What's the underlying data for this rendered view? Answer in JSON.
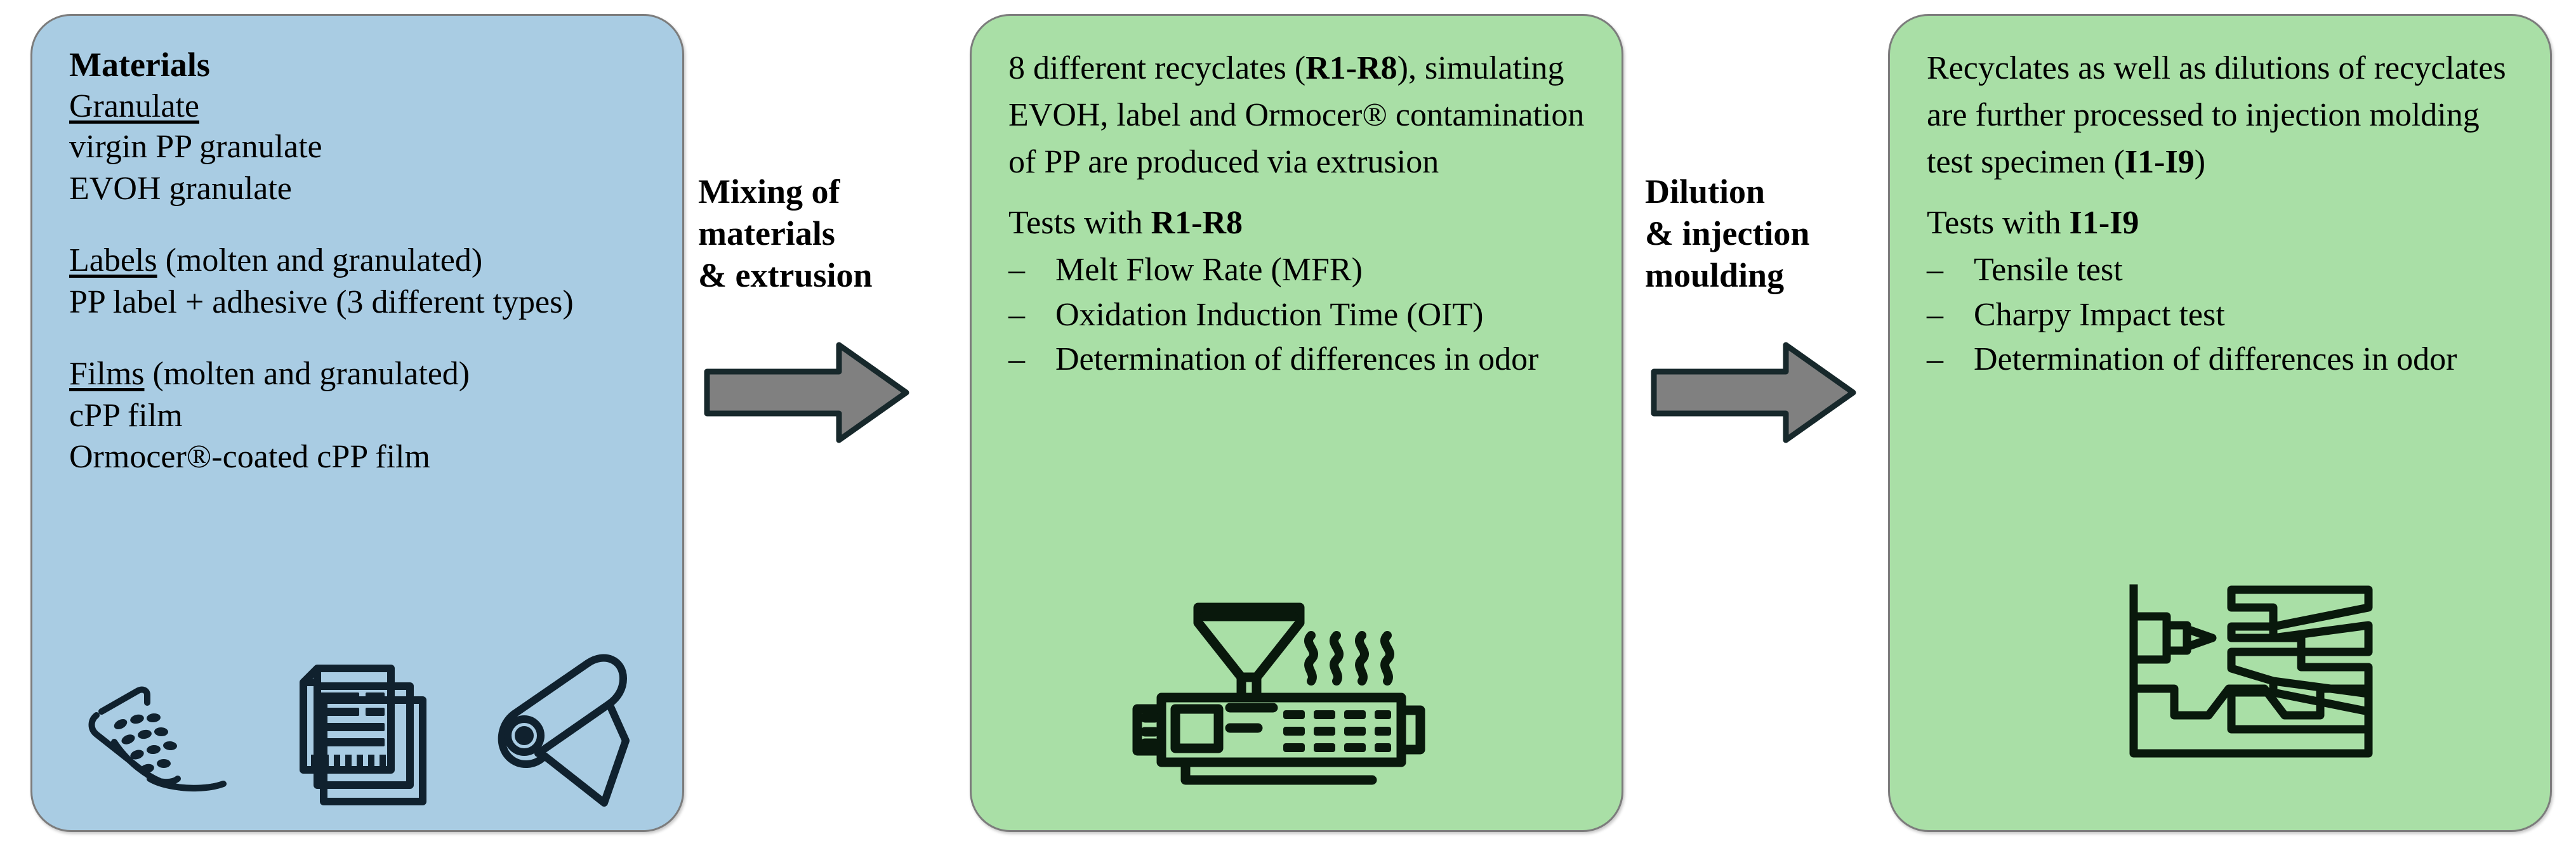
{
  "diagram": {
    "title": "Process flow: materials, extrusion to recyclates, dilution and injection moulding",
    "colors": {
      "materials_panel": "#a9cce3",
      "recyclates_panel": "#a9dfa6",
      "specimen_panel": "#a9dfa6",
      "panel_border": "#7c7c7c",
      "arrow_fill": "#808080",
      "arrow_outline": "#17282b",
      "text": "#000000"
    }
  },
  "panels": {
    "materials": {
      "heading": "Materials",
      "groups": [
        {
          "label": "Granulate",
          "label_suffix": "",
          "items": [
            "virgin PP granulate",
            "EVOH granulate"
          ]
        },
        {
          "label": "Labels",
          "label_suffix": " (molten and granulated)",
          "items": [
            "PP label + adhesive (3 different types)"
          ]
        },
        {
          "label": "Films",
          "label_suffix": " (molten and granulated)",
          "items": [
            "cPP film",
            "Ormocer®-coated cPP film"
          ]
        }
      ],
      "icons": [
        "hand-with-granulate-icon",
        "label-stack-icon",
        "film-roll-icon"
      ]
    },
    "recyclates": {
      "paragraph_parts": [
        "8 different recyclates (",
        "R1-R8",
        "), simulating EVOH, label and Ormocer® contamination of PP are produced via extrusion"
      ],
      "tests_head_prefix": "Tests with ",
      "tests_head_bold": "R1-R8",
      "bullet_marker": "–",
      "bullets": [
        "Melt Flow Rate (MFR)",
        "Oxidation Induction Time (OIT)",
        "Determination of differences in odor"
      ],
      "icon": "extruder-machine-icon"
    },
    "specimen": {
      "paragraph_parts": [
        "Recyclates as well as dilutions of recyclates are further processed to injection molding test specimen (",
        "I1-I9",
        ")"
      ],
      "tests_head_prefix": "Tests with ",
      "tests_head_bold": "I1-I9",
      "bullet_marker": "–",
      "bullets": [
        "Tensile test",
        "Charpy Impact test",
        "Determination of differences in odor"
      ],
      "icon": "injection-molding-icon"
    }
  },
  "connectors": [
    {
      "name": "mixing-extrusion",
      "label_lines": [
        "Mixing of",
        "materials",
        "& extrusion"
      ],
      "icon": "right-arrow-icon"
    },
    {
      "name": "dilution-injection-moulding",
      "label_lines": [
        "Dilution",
        "& injection",
        "moulding"
      ],
      "icon": "right-arrow-icon"
    }
  ]
}
